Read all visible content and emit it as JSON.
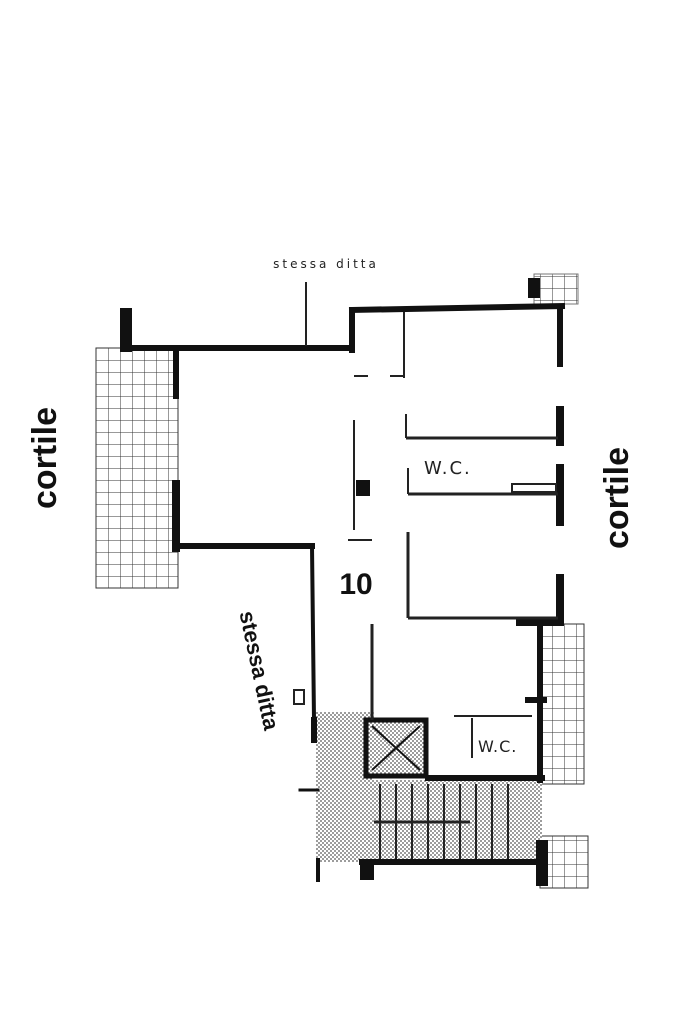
{
  "labels": {
    "courtyard_left": "cortile",
    "courtyard_right": "cortile",
    "neighbor": "stessa ditta",
    "top_note": "stessa ditta",
    "unit_number": "10",
    "wc_upper": "W.C.",
    "wc_lower": "W.C."
  },
  "colors": {
    "wall": "#111111",
    "line": "#222222",
    "hatch": "#9a9a9a",
    "background": "#ffffff"
  }
}
